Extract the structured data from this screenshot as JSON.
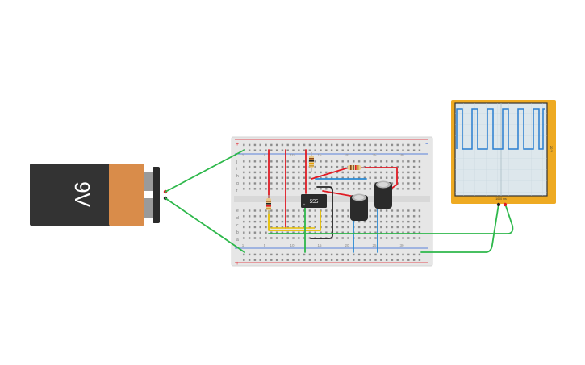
{
  "battery": {
    "label": "9V"
  },
  "chip": {
    "label": "555"
  },
  "breadboard": {
    "row_letters_top": [
      "j",
      "i",
      "h",
      "g",
      "f"
    ],
    "row_letters_bottom": [
      "e",
      "d",
      "c",
      "b",
      "a"
    ],
    "column_labels_top": [
      "1",
      "5",
      "10",
      "15",
      "20",
      "25",
      "30"
    ],
    "column_labels_bottom": [
      "1",
      "5",
      "10",
      "15",
      "20",
      "25",
      "30"
    ],
    "rail_plus": "+",
    "rail_minus": "−"
  },
  "oscilloscope": {
    "side_label": "20 V",
    "bottom_label": "1000 ms"
  },
  "colors": {
    "wire_red": "#e01b24",
    "wire_green": "#2eb84b",
    "wire_blue": "#2a8ad4",
    "wire_yellow": "#e8c000",
    "wire_black": "#222222",
    "scope_body": "#eeaa22",
    "scope_trace": "#2a7fd0",
    "battery_copper": "#d98c4a",
    "battery_black": "#333333"
  }
}
